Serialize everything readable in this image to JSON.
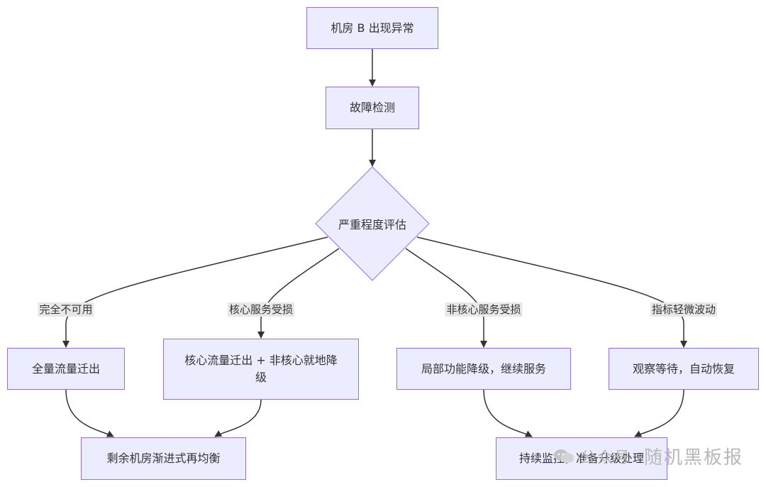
{
  "nodes": {
    "start": "机房 B 出现异常",
    "detect": "故障检测",
    "assess": "严重程度评估",
    "full_migrate": "全量流量迁出",
    "core_migrate": "核心流量迁出 + 非核心就地降级",
    "partial_degrade": "局部功能降级，继续服务",
    "observe": "观察等待，自动恢复",
    "rebalance": "剩余机房渐进式再均衡",
    "monitor": "持续监控，准备升级处理"
  },
  "edge_labels": {
    "unavailable": "完全不可用",
    "core_damaged": "核心服务受损",
    "noncore_damaged": "非核心服务受损",
    "minor_fluctuation": "指标轻微波动"
  },
  "watermark": {
    "prefix": "公众号 · ",
    "name": "随机黑板报"
  },
  "colors": {
    "node_fill": "#ECECFF",
    "node_border": "#9370DB",
    "edge": "#333333",
    "label_bg": "#E8E8E8"
  }
}
